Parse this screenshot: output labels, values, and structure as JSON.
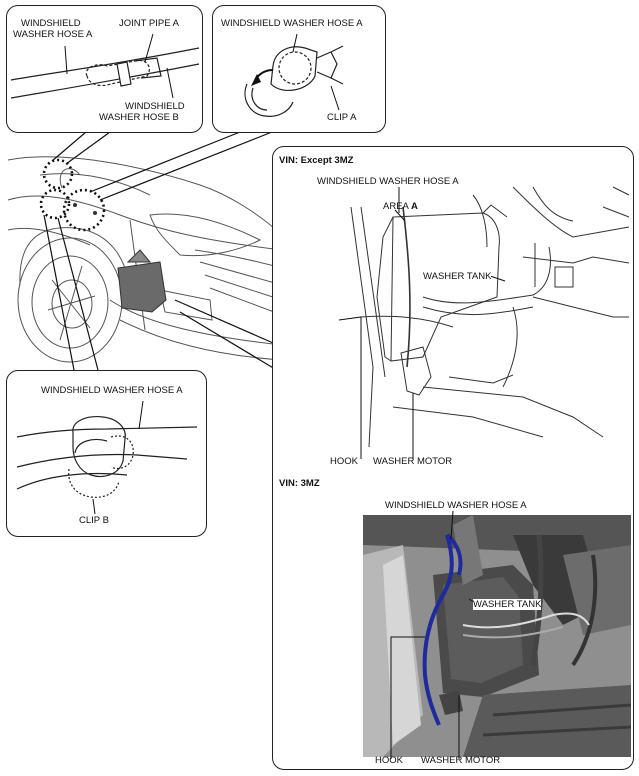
{
  "callout_hose_joint": {
    "hose_a_line1": "WINDSHIELD",
    "hose_a_line2": "WASHER HOSE A",
    "joint_pipe": "JOINT PIPE A",
    "hose_b_line1": "WINDSHIELD",
    "hose_b_line2": "WASHER HOSE B"
  },
  "callout_clip_a": {
    "hose_a": "WINDSHIELD WASHER HOSE A",
    "clip": "CLIP A"
  },
  "callout_clip_b": {
    "hose_a": "WINDSHIELD WASHER HOSE A",
    "clip": "CLIP B"
  },
  "panel_right": {
    "except_heading": "VIN: Except 3MZ",
    "except_hose_a": "WINDSHIELD WASHER HOSE A",
    "except_area": "AREA ",
    "except_area_letter": "A",
    "except_tank": "WASHER TANK",
    "except_hook": "HOOK",
    "except_motor": "WASHER MOTOR",
    "mz_heading": "VIN: 3MZ",
    "mz_hose_a": "WINDSHIELD WASHER HOSE A",
    "mz_tank": "WASHER TANK",
    "mz_hook": "HOOK",
    "mz_motor": "WASHER MOTOR"
  },
  "colors": {
    "outline": "#222222",
    "photo_dark": "#3a3a3a",
    "photo_mid": "#8a8a8a",
    "hose_highlight": "#1f2a9c"
  }
}
